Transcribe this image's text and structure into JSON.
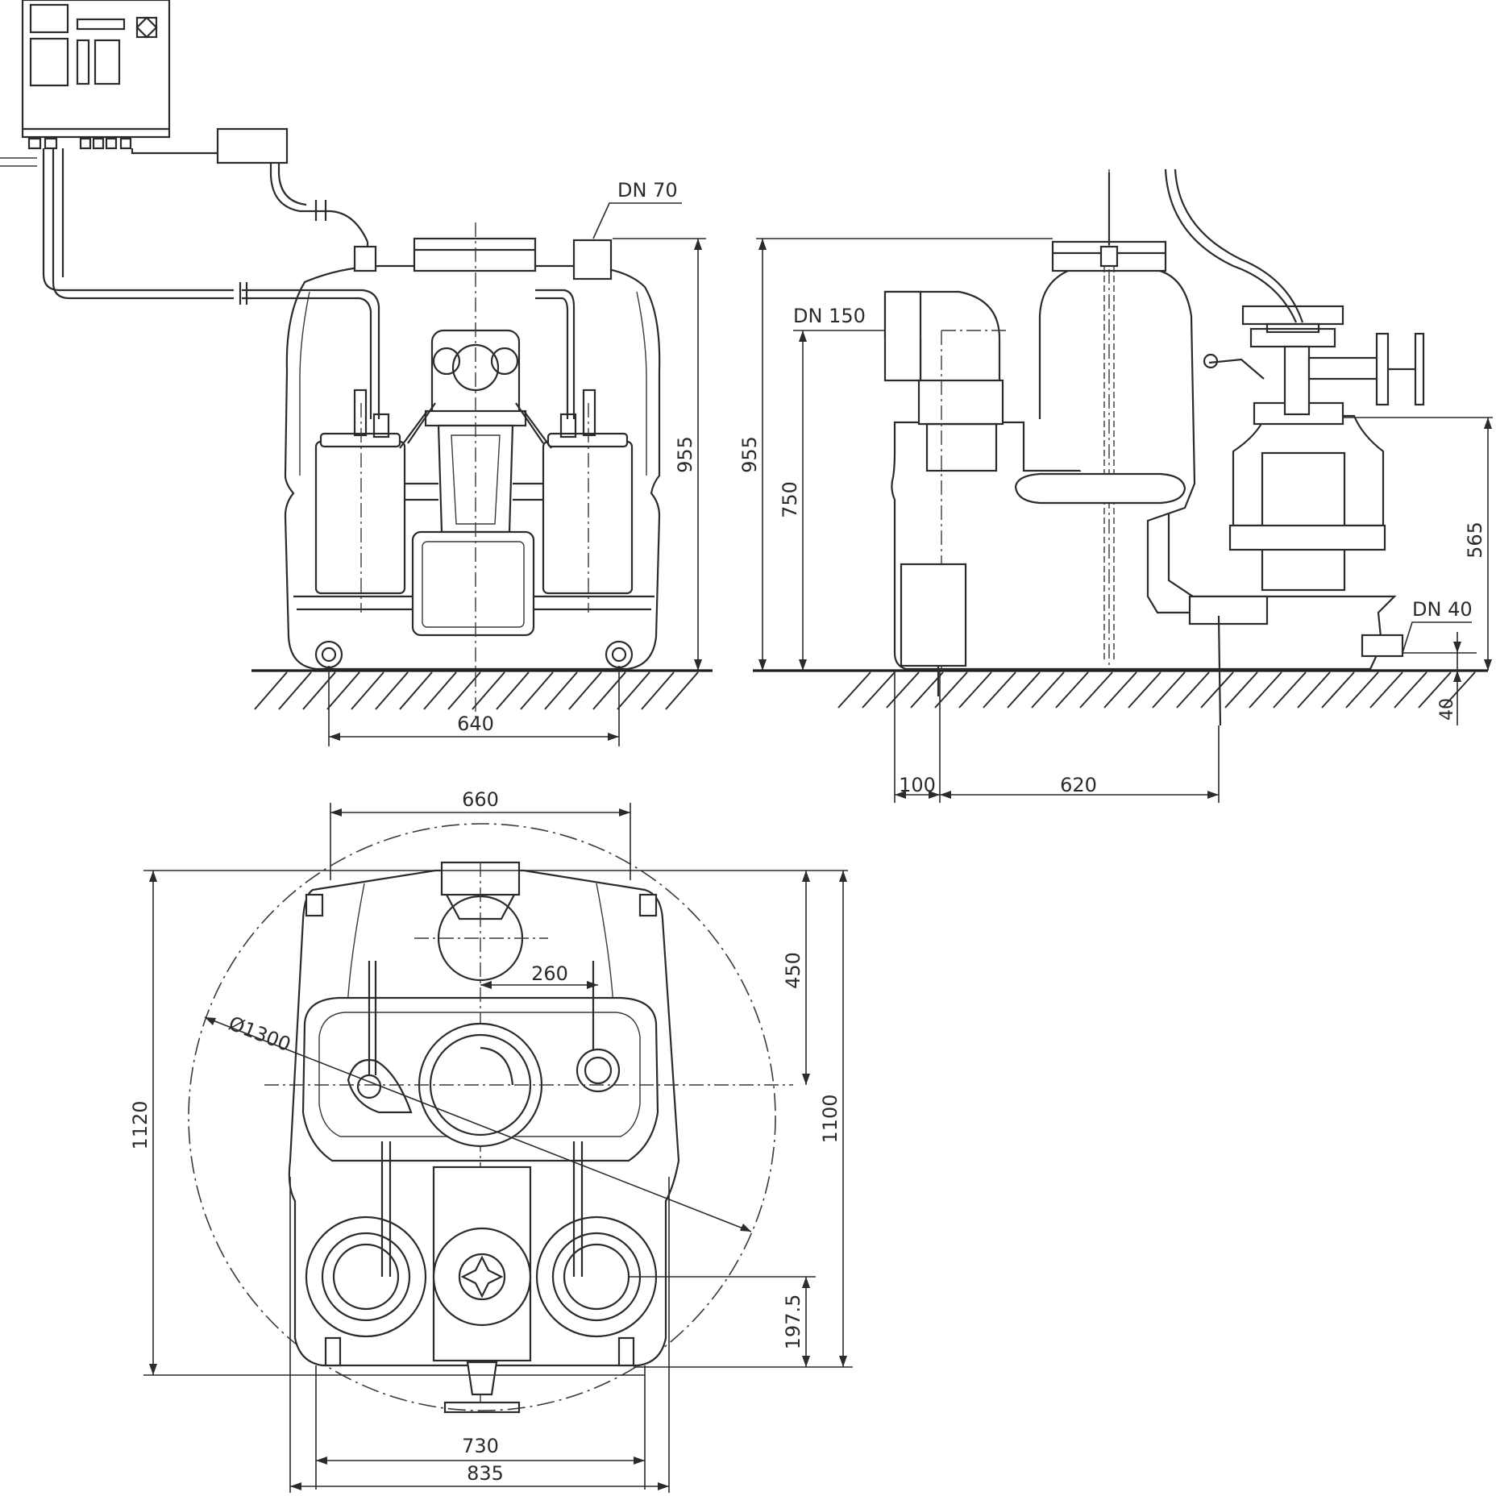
{
  "labels": {
    "front_width": "640",
    "front_height": "955",
    "dn70": "DN 70",
    "side_height": "955",
    "side_inlet_height": "750",
    "dn150": "DN 150",
    "side_outlet_height": "565",
    "dn40": "DN 40",
    "side_dn40_height": "40",
    "side_offset": "100",
    "side_depth": "620",
    "plan_top_width": "660",
    "plan_inlet_offset": "260",
    "plan_diameter": "Ø1300",
    "plan_upper_depth": "450",
    "plan_total_depth": "1120",
    "plan_inner_depth": "1100",
    "plan_lower_depth": "197.5",
    "plan_width_inner": "730",
    "plan_width_outer": "835"
  },
  "colors": {
    "ink": "#2b2b2b",
    "paper": "#ffffff"
  }
}
